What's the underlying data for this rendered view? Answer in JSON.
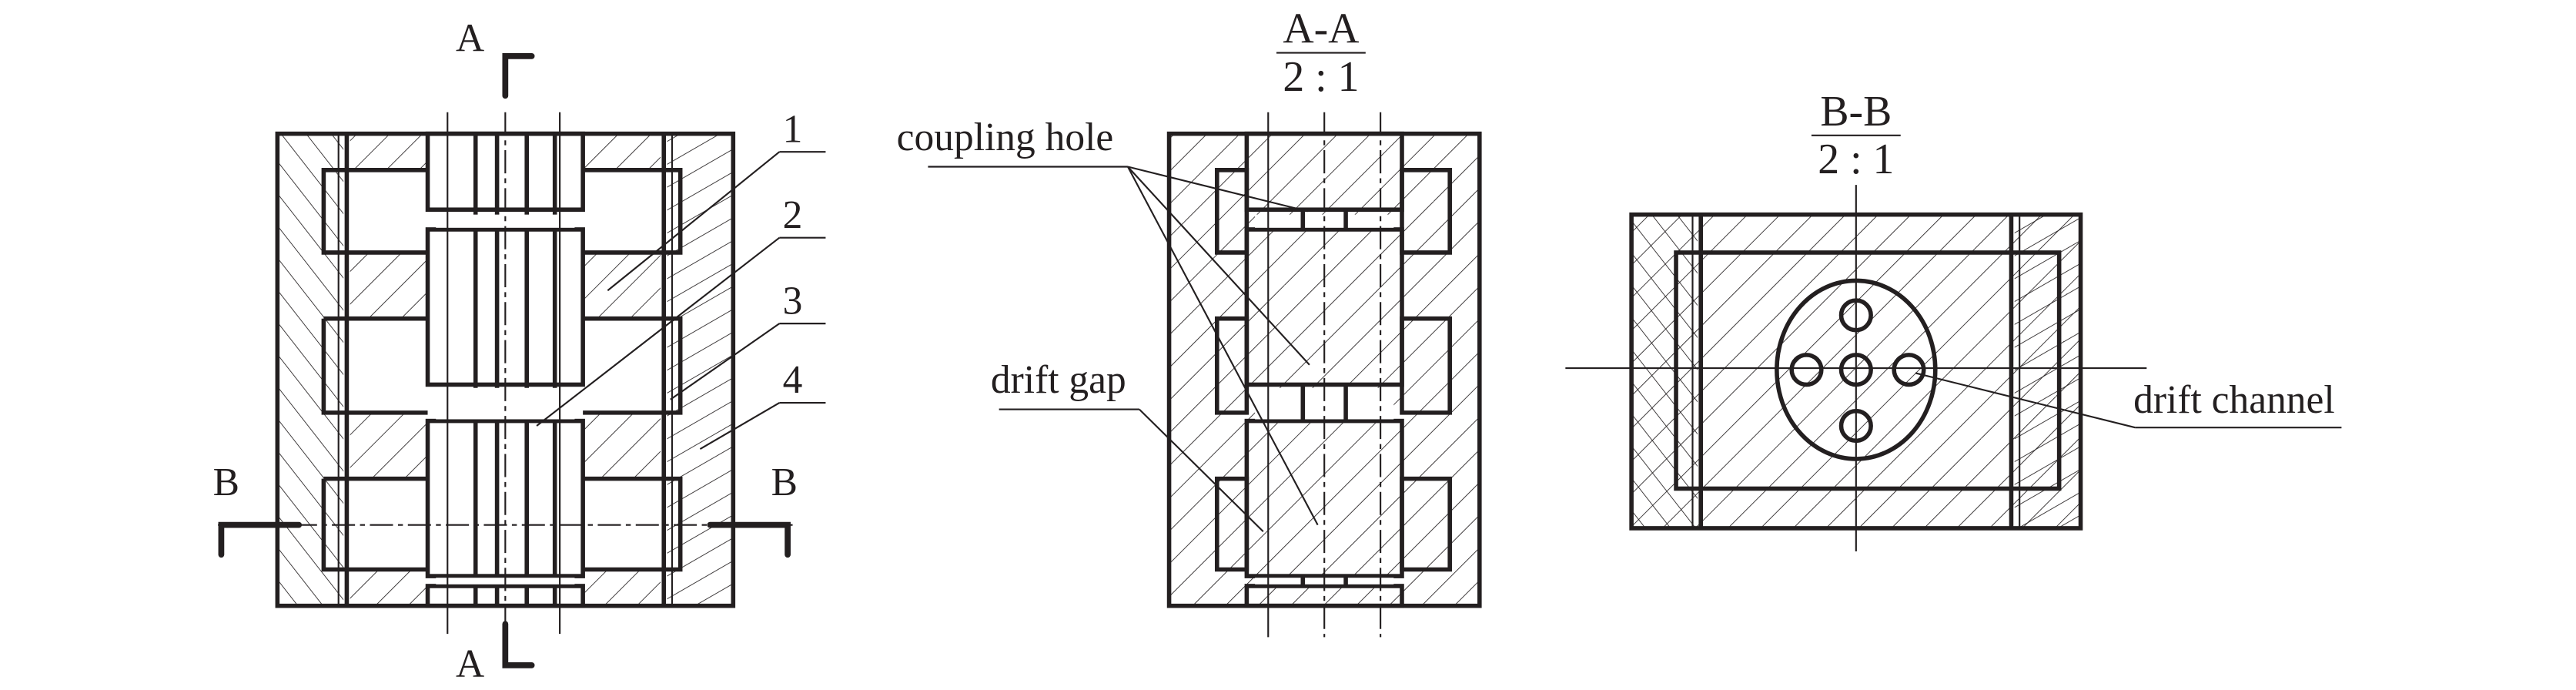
{
  "figure": {
    "left_view": {
      "section_labels": {
        "a_top": "A",
        "a_bottom": "A",
        "b_left": "B",
        "b_right": "B"
      },
      "callouts": [
        "1",
        "2",
        "3",
        "4"
      ]
    },
    "section_aa": {
      "title": "A-A",
      "scale": "2 : 1",
      "labels": {
        "coupling_hole": "coupling hole",
        "drift_gap": "drift gap"
      }
    },
    "section_bb": {
      "title": "B-B",
      "scale": "2 : 1",
      "labels": {
        "drift_channel": "drift channel"
      }
    }
  }
}
